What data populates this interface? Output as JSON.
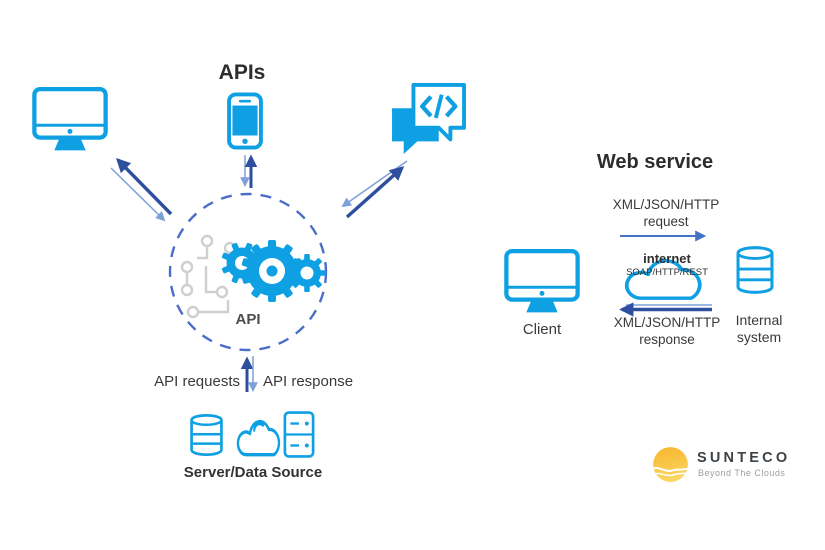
{
  "left": {
    "title": "APIs",
    "hub_label": "API",
    "requests_label": "API requests",
    "response_label": "API response",
    "server_label": "Server/Data Source",
    "icons": [
      "monitor-icon",
      "smartphone-icon",
      "code-chat-icon",
      "gears-icon",
      "circuit-icon",
      "database-icon",
      "cloud-icon",
      "server-rack-icon"
    ]
  },
  "right": {
    "title": "Web service",
    "request_label_top": "XML/JSON/HTTP",
    "request_label_bottom": "request",
    "cloud_label": "internet",
    "cloud_sublabel": "SOAP/HTTP/REST",
    "response_label_top": "XML/JSON/HTTP",
    "response_label_bottom": "response",
    "client_label": "Client",
    "internal_system_line1": "Internal",
    "internal_system_line2": "system",
    "icons": [
      "monitor-icon",
      "internet-cloud-icon",
      "database-icon"
    ]
  },
  "logo": {
    "brand": "SUNTECO",
    "tagline": "Beyond The Clouds",
    "icon": "sun-icon"
  },
  "colors": {
    "icon_blue": "#0fa0e4",
    "arrow_navy": "#2d4f9e",
    "arrow_light": "#7da0d8",
    "arrow_blue": "#4472c4",
    "dashed_circle": "#4a6ec8",
    "circuit_gray": "#cfcfcf",
    "text_dark": "#3a3a3a",
    "logo_yellow_top": "#f6b42c",
    "logo_yellow_bottom": "#fbd55f",
    "logo_text": "#3e4347",
    "logo_tagline": "#9aa0a4"
  }
}
